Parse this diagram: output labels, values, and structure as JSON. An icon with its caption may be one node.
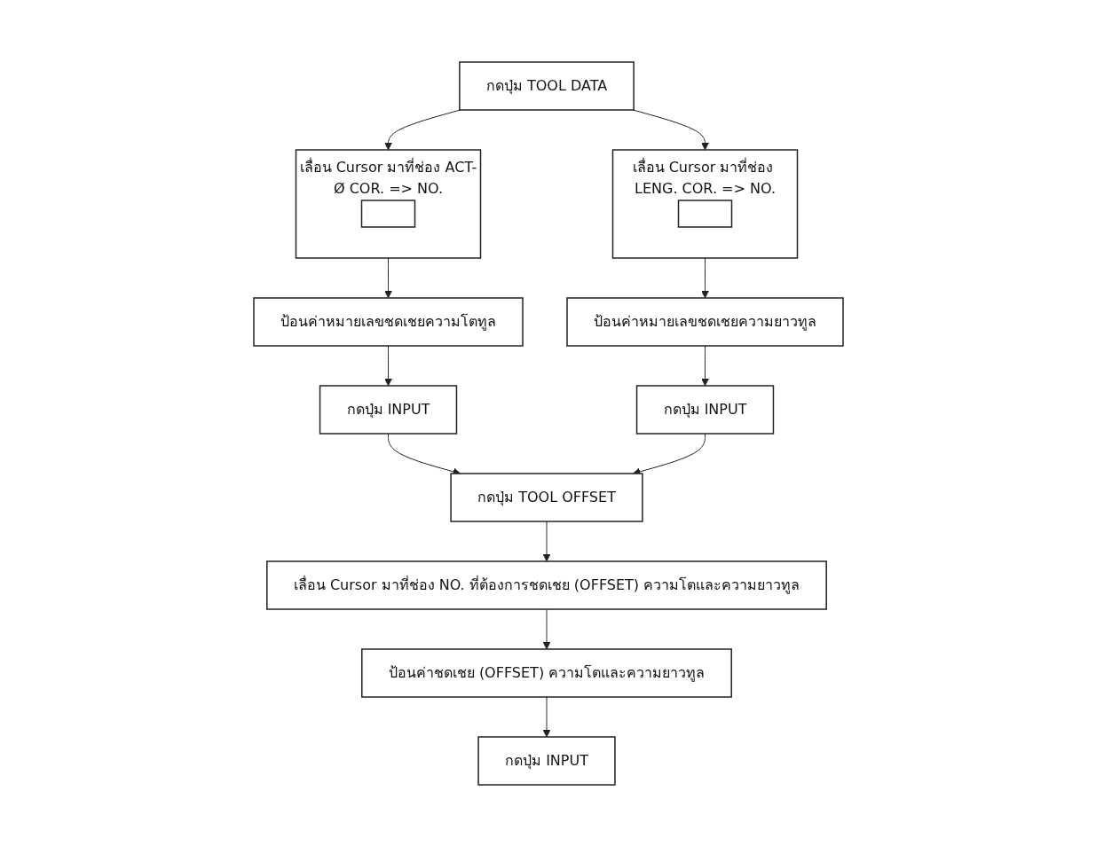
{
  "diagram": {
    "nodes": [
      {
        "text": [
          "กดปุ่ม TOOL DATA"
        ]
      },
      {
        "text": [
          "เลื่อน Cursor มาที่ช่อง ACT-Ø COR. => NO."
        ]
      },
      {
        "text": [],
        "shape": "box",
        "in": 1
      },
      {
        "text": [
          "เลื่อน Cursor มาที่ช่อง LENG. COR. => NO."
        ]
      },
      {
        "text": [],
        "shape": "box",
        "in": 3
      },
      {
        "text": [
          "ป้อนค่าหมายเลขชดเชยความโตทูล"
        ]
      },
      {
        "text": [
          "ป้อนค่าหมายเลขชดเชยความยาวทูล"
        ]
      },
      {
        "text": [
          "กดปุ่ม INPUT"
        ]
      },
      {
        "text": [
          "กดปุ่ม INPUT"
        ]
      },
      {
        "text": [
          "กดปุ่ม TOOL OFFSET"
        ]
      },
      {
        "text": [
          "เลื่อน Cursor มาที่ช่อง NO. ที่ต้องการชดเชย (OFFSET) ความโตและความยาวทูล"
        ]
      },
      {
        "text": [
          "ป้อนค่าชดเชย (OFFSET) ความโตและความยาวทูล"
        ]
      },
      {
        "text": [
          "กดปุ่ม INPUT"
        ]
      }
    ],
    "edges": [
      {
        "from": 0,
        "to": 1,
        "arrow": "to"
      },
      {
        "from": 0,
        "to": 3,
        "arrow": "to"
      },
      {
        "from": 1,
        "to": 5,
        "arrow": "to"
      },
      {
        "from": 3,
        "to": 6,
        "arrow": "to"
      },
      {
        "from": 5,
        "to": 7,
        "arrow": "to"
      },
      {
        "from": 6,
        "to": 8,
        "arrow": "to"
      },
      {
        "from": 7,
        "to": 9,
        "arrow": "to"
      },
      {
        "from": 8,
        "to": 9,
        "arrow": "to"
      },
      {
        "from": 9,
        "to": 10,
        "arrow": "to"
      },
      {
        "from": 10,
        "to": 11,
        "arrow": "to"
      },
      {
        "from": 11,
        "to": 12,
        "arrow": "to"
      }
    ]
  }
}
